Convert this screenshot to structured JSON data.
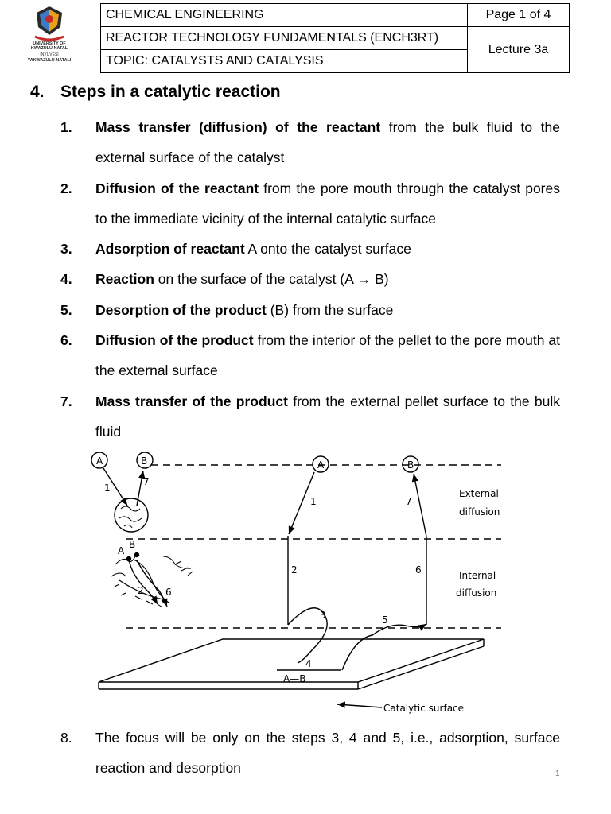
{
  "logo": {
    "line1": "UNIVERSITY OF",
    "line2": "KWAZULU-NATAL",
    "line3": "INYUVESI",
    "line4": "YAKWAZULU-NATALI"
  },
  "header": {
    "discipline": "CHEMICAL ENGINEERING",
    "page": "Page 1 of 4",
    "course": "REACTOR TECHNOLOGY FUNDAMENTALS (ENCH3RT)",
    "lecture": "Lecture 3a",
    "topic": "TOPIC: CATALYSTS AND CATALYSIS"
  },
  "section": {
    "number": "4.",
    "title": "Steps in a catalytic reaction"
  },
  "steps": [
    {
      "num": "1.",
      "bold": "Mass transfer (diffusion) of the reactant",
      "rest": " from the bulk fluid to the external surface of the catalyst"
    },
    {
      "num": "2.",
      "bold": "Diffusion of the reactant",
      "rest": " from the pore mouth through the catalyst pores to the immediate vicinity of the internal catalytic surface"
    },
    {
      "num": "3.",
      "bold": "Adsorption of reactant",
      "rest": " A onto the catalyst surface"
    },
    {
      "num": "4.",
      "bold": "Reaction",
      "rest": " on the surface of the catalyst (A → B)"
    },
    {
      "num": "5.",
      "bold": "Desorption of the product",
      "rest": " (B) from the surface"
    },
    {
      "num": "6.",
      "bold": "Diffusion of the product",
      "rest": " from the interior of the pellet to the pore mouth at the external surface"
    },
    {
      "num": "7.",
      "bold": "Mass transfer of the product",
      "rest": " from the external pellet surface to the bulk fluid"
    }
  ],
  "figure": {
    "label_a": "A",
    "label_b": "B",
    "n1": "1",
    "n2": "2",
    "n3": "3",
    "n4": "4",
    "n5": "5",
    "n6": "6",
    "n7": "7",
    "external_1": "External",
    "external_2": "diffusion",
    "internal_1": "Internal",
    "internal_2": "diffusion",
    "reaction": "A—B",
    "surface": "Catalytic surface"
  },
  "note": {
    "num": "8.",
    "text": "The focus will be only on the steps 3, 4 and 5, i.e., adsorption, surface reaction and desorption"
  },
  "page_number": "1"
}
